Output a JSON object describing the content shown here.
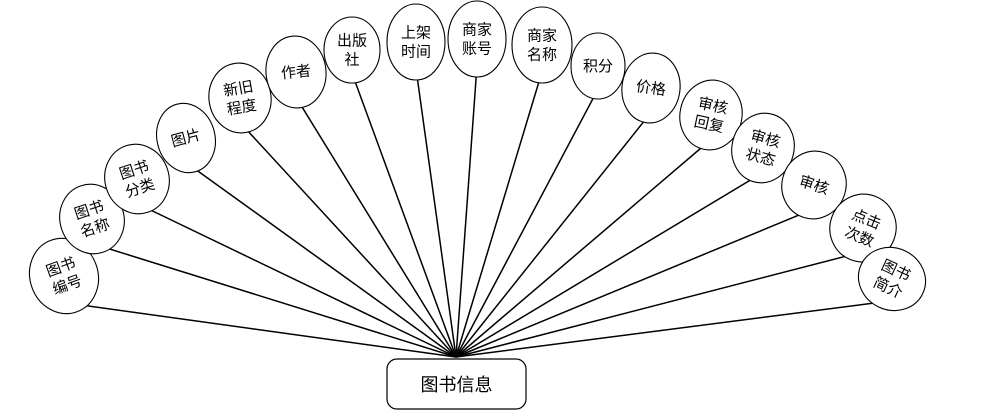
{
  "entity": {
    "label": "图书信息"
  },
  "attributes": [
    {
      "id": "book-number",
      "lines": [
        "图书",
        "编号"
      ]
    },
    {
      "id": "book-name",
      "lines": [
        "图书",
        "名称"
      ]
    },
    {
      "id": "book-category",
      "lines": [
        "图书",
        "分类"
      ]
    },
    {
      "id": "image",
      "lines": [
        "图片"
      ]
    },
    {
      "id": "condition",
      "lines": [
        "新旧",
        "程度"
      ]
    },
    {
      "id": "author",
      "lines": [
        "作者"
      ]
    },
    {
      "id": "publisher",
      "lines": [
        "出版",
        "社"
      ]
    },
    {
      "id": "shelf-time",
      "lines": [
        "上架",
        "时间"
      ]
    },
    {
      "id": "merchant-account",
      "lines": [
        "商家",
        "账号"
      ]
    },
    {
      "id": "merchant-name",
      "lines": [
        "商家",
        "名称"
      ]
    },
    {
      "id": "points",
      "lines": [
        "积分"
      ]
    },
    {
      "id": "price",
      "lines": [
        "价格"
      ]
    },
    {
      "id": "review-reply",
      "lines": [
        "审核",
        "回复"
      ]
    },
    {
      "id": "review-status",
      "lines": [
        "审核",
        "状态"
      ]
    },
    {
      "id": "review",
      "lines": [
        "审核"
      ]
    },
    {
      "id": "click-count",
      "lines": [
        "点击",
        "次数"
      ]
    },
    {
      "id": "book-intro",
      "lines": [
        "图书",
        "简介"
      ]
    }
  ]
}
